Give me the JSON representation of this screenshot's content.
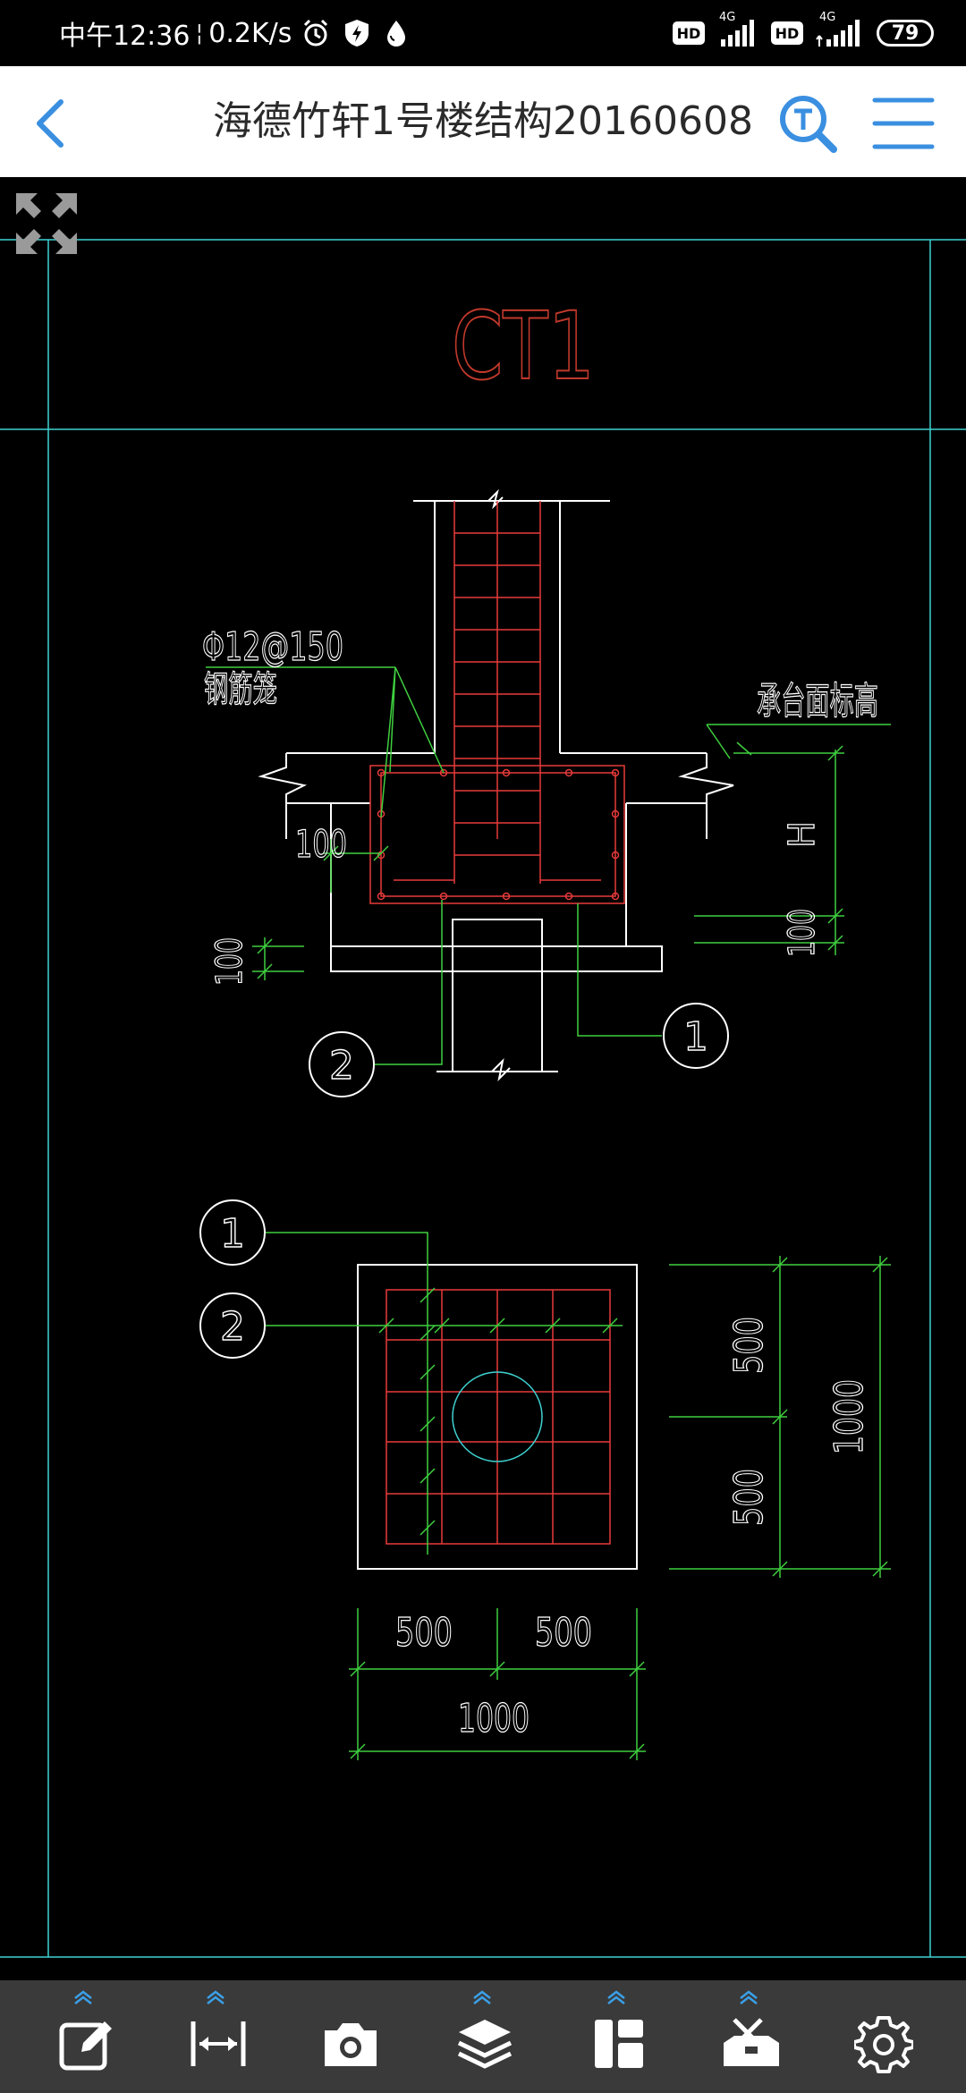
{
  "status_bar": {
    "time": "中午12:36",
    "net_speed": "0.2K/s",
    "hd1": "HD",
    "sig1": "4G",
    "hd2": "HD",
    "sig2": "4G",
    "battery": "79"
  },
  "header": {
    "title": "海德竹轩1号楼结构20160608",
    "icons": [
      "back-arrow-icon",
      "text-search-icon",
      "menu-icon"
    ]
  },
  "drawing": {
    "sheet_title": "CT1",
    "rebar_note_line1": "Φ12@150",
    "rebar_note_line2": "钢筋笼",
    "cap_top_label": "承台面标高",
    "dim_100_left": "100",
    "dim_100_lower_left": "100",
    "dim_h": "H",
    "dim_100_right": "100",
    "callout_1": "1",
    "callout_2": "2",
    "plan_callout_1": "1",
    "plan_callout_2": "2",
    "plan_dim_v_top": "500",
    "plan_dim_v_bottom": "500",
    "plan_dim_v_total": "1000",
    "plan_dim_h_left": "500",
    "plan_dim_h_right": "500",
    "plan_dim_h_total": "1000",
    "colors": {
      "frame": "#3fd2d2",
      "rebar": "#e83a3a",
      "dimension": "#3fcf3f",
      "outline": "#ffffff",
      "title_red": "#c0392b"
    }
  },
  "toolbar": {
    "tools": [
      "annotate-icon",
      "measure-icon",
      "camera-icon",
      "layers-icon",
      "layout-icon",
      "toolbox-icon",
      "settings-icon"
    ],
    "accent": "#3aa0e8"
  }
}
